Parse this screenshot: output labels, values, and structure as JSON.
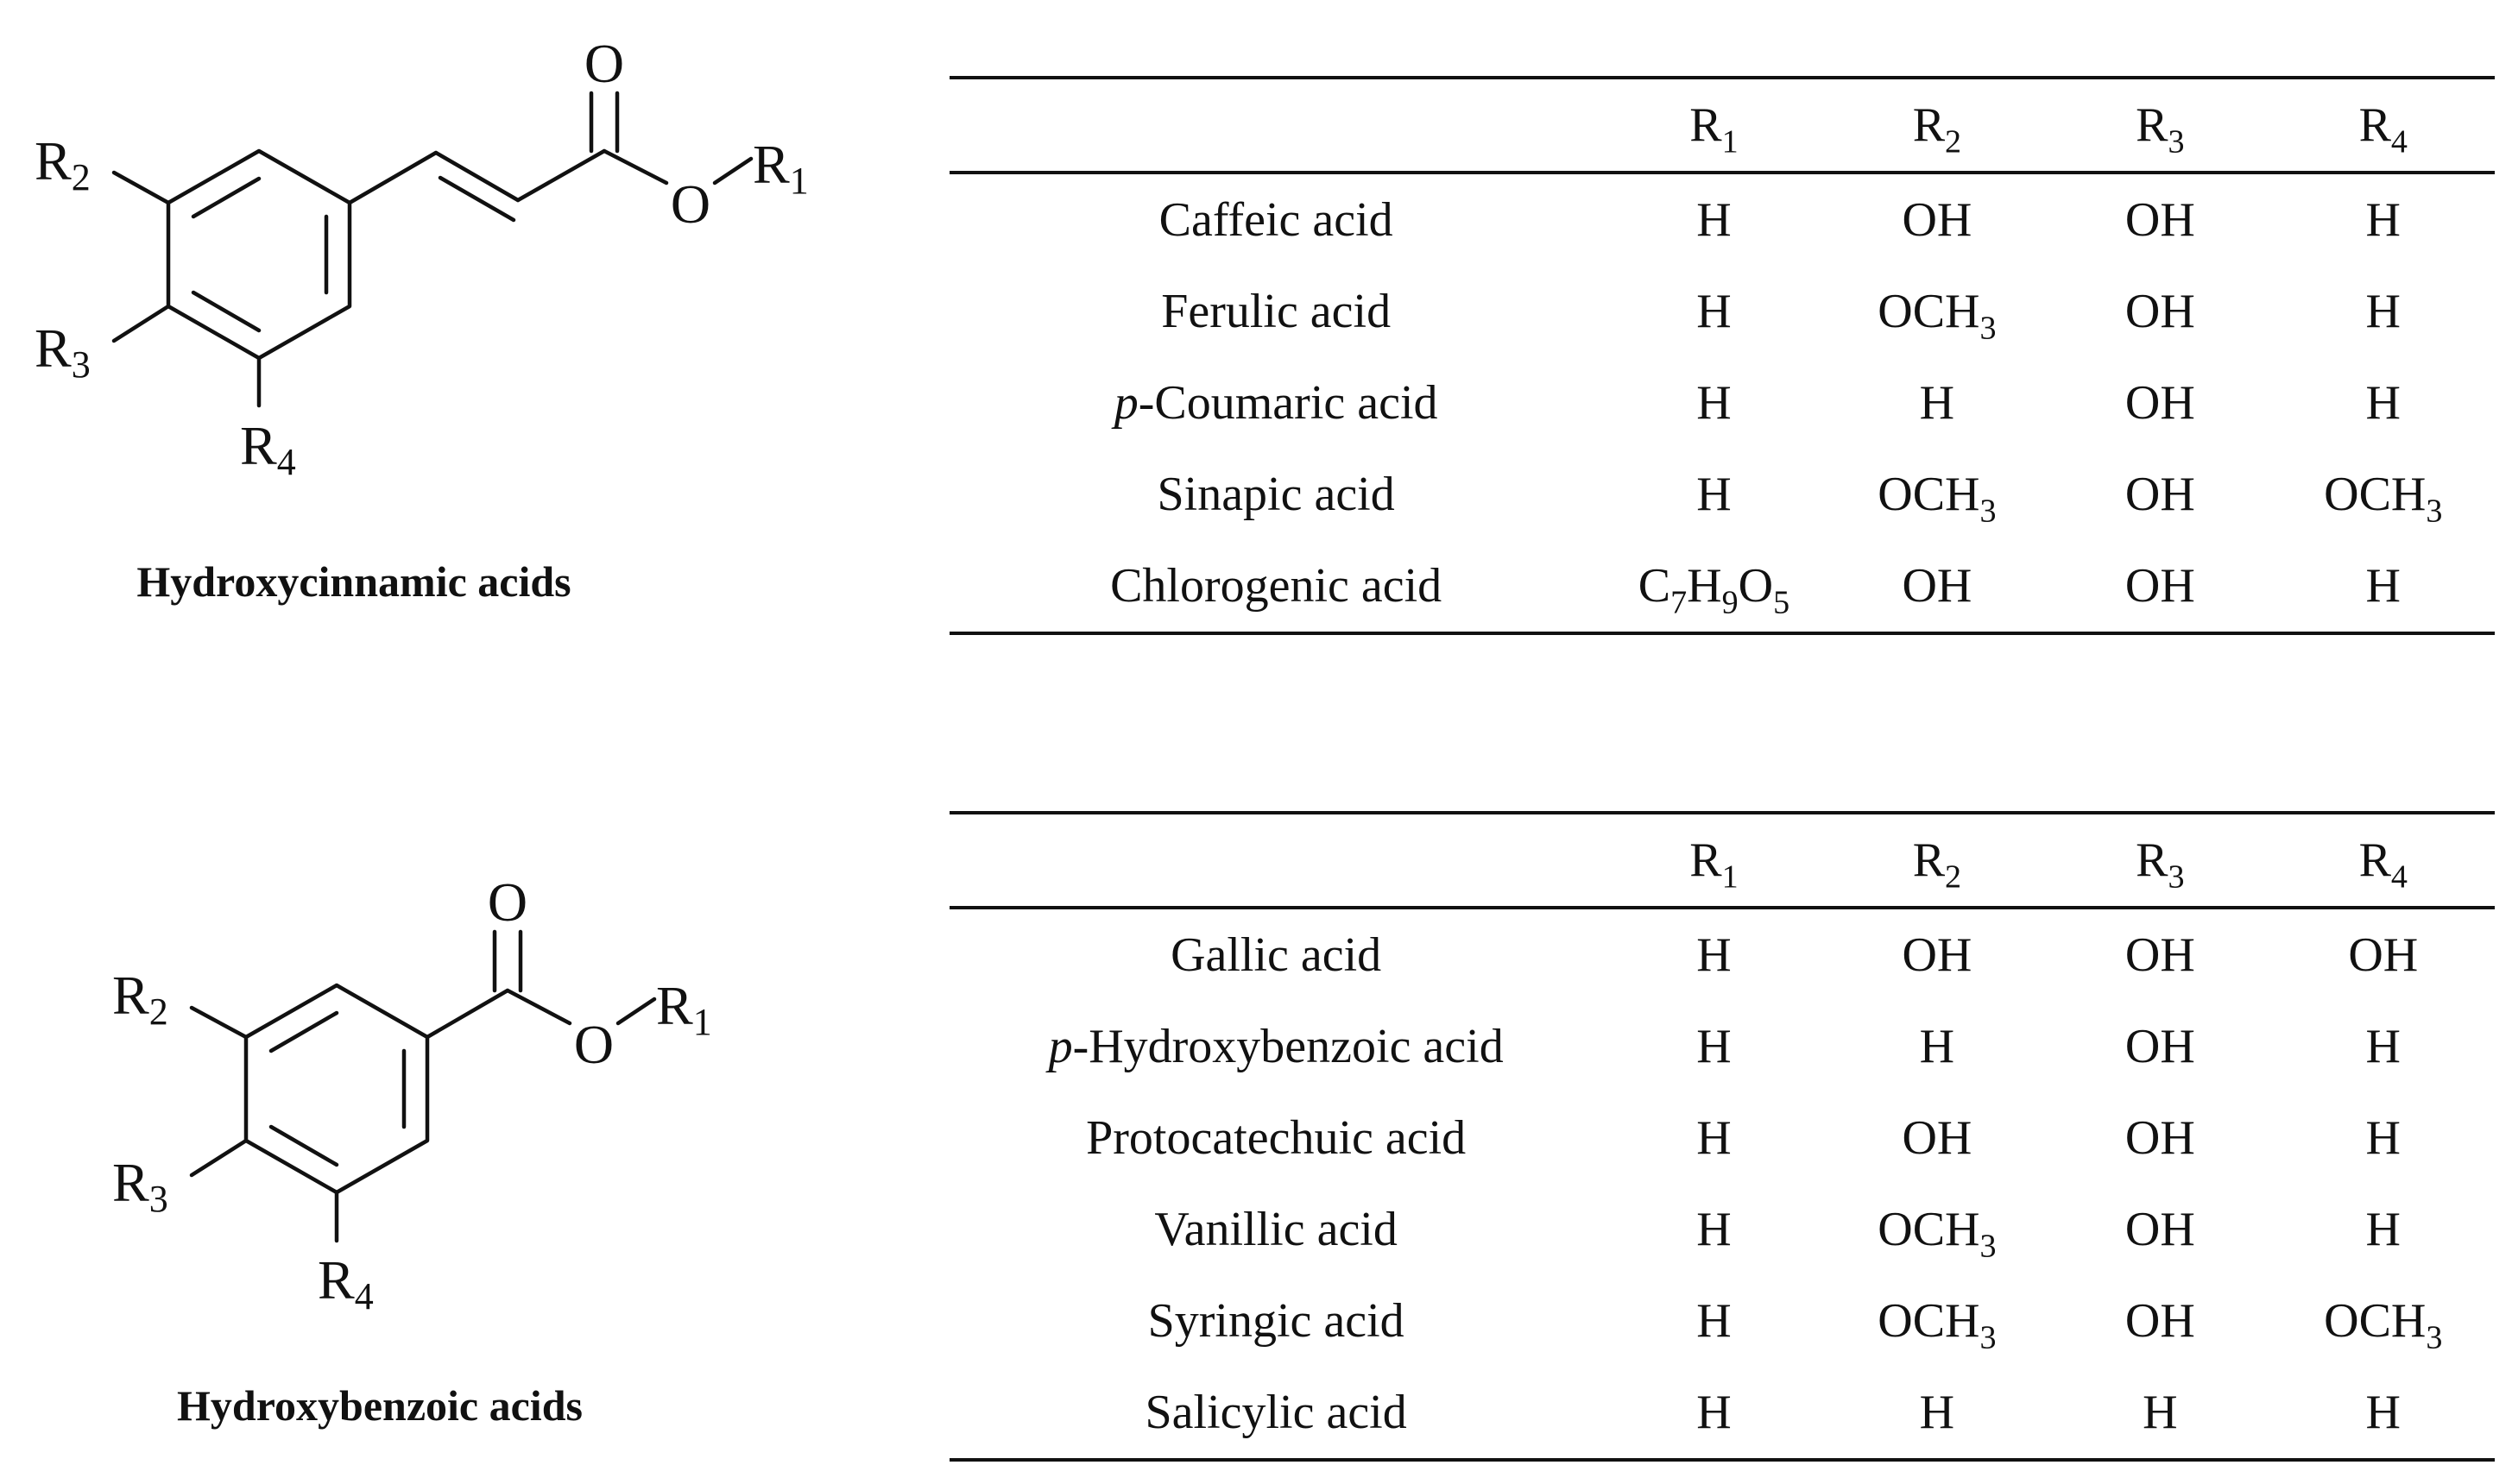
{
  "panels": [
    {
      "id": "hydroxycinnamic",
      "caption": "Hydroxycinnamic acids",
      "structure_labels": {
        "carbonyl_o": "O",
        "ester_o": "O",
        "r1": "R",
        "r1_sub": "1",
        "r2": "R",
        "r2_sub": "2",
        "r3": "R",
        "r3_sub": "3",
        "r4": "R",
        "r4_sub": "4"
      },
      "table": {
        "headers": [
          "",
          "R1",
          "R2",
          "R3",
          "R4"
        ],
        "rows": [
          [
            "Caffeic acid",
            "H",
            "OH",
            "OH",
            "H"
          ],
          [
            "Ferulic acid",
            "H",
            "OCH3",
            "OH",
            "H"
          ],
          [
            "p-Coumaric acid",
            "H",
            "H",
            "OH",
            "H"
          ],
          [
            "Sinapic acid",
            "H",
            "OCH3",
            "OH",
            "OCH3"
          ],
          [
            "Chlorogenic acid",
            "C7H9O5",
            "OH",
            "OH",
            "H"
          ]
        ]
      }
    },
    {
      "id": "hydroxybenzoic",
      "caption": "Hydroxybenzoic acids",
      "structure_labels": {
        "carbonyl_o": "O",
        "ester_o": "O",
        "r1": "R",
        "r1_sub": "1",
        "r2": "R",
        "r2_sub": "2",
        "r3": "R",
        "r3_sub": "3",
        "r4": "R",
        "r4_sub": "4"
      },
      "table": {
        "headers": [
          "",
          "R1",
          "R2",
          "R3",
          "R4"
        ],
        "rows": [
          [
            "Gallic acid",
            "H",
            "OH",
            "OH",
            "OH"
          ],
          [
            "p-Hydroxybenzoic acid",
            "H",
            "H",
            "OH",
            "H"
          ],
          [
            "Protocatechuic acid",
            "H",
            "OH",
            "OH",
            "H"
          ],
          [
            "Vanillic acid",
            "H",
            "OCH3",
            "OH",
            "H"
          ],
          [
            "Syringic acid",
            "H",
            "OCH3",
            "OH",
            "OCH3"
          ],
          [
            "Salicylic acid",
            "H",
            "H",
            "H",
            "H"
          ]
        ]
      }
    }
  ]
}
